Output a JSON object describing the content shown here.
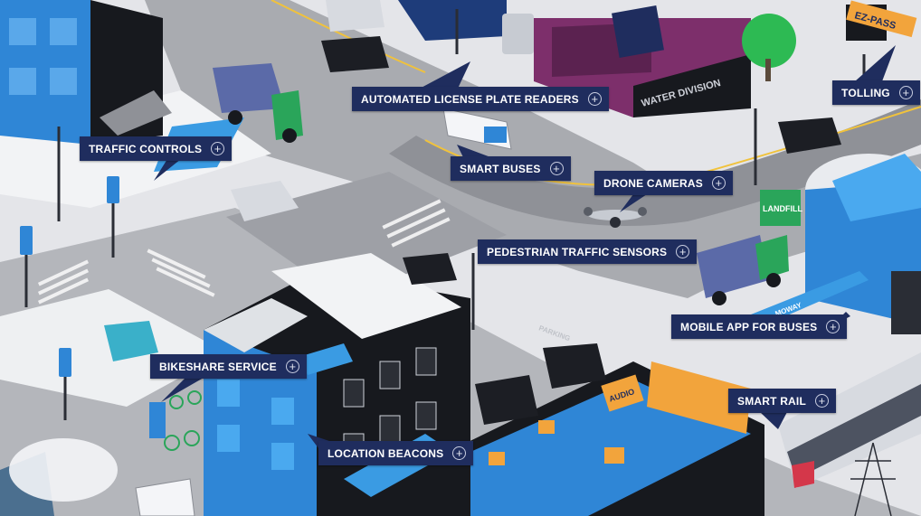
{
  "hotspots": [
    {
      "label": "Automated License Plate Readers",
      "icon": "plus-circle-icon"
    },
    {
      "label": "Traffic Controls",
      "icon": "plus-circle-icon"
    },
    {
      "label": "Smart Buses",
      "icon": "plus-circle-icon"
    },
    {
      "label": "Drone Cameras",
      "icon": "plus-circle-icon"
    },
    {
      "label": "Tolling",
      "icon": "plus-circle-icon"
    },
    {
      "label": "Pedestrian Traffic Sensors",
      "icon": "plus-circle-icon"
    },
    {
      "label": "Mobile App for Buses",
      "icon": "plus-circle-icon"
    },
    {
      "label": "Bikeshare Service",
      "icon": "plus-circle-icon"
    },
    {
      "label": "Smart Rail",
      "icon": "plus-circle-icon"
    },
    {
      "label": "Location Beacons",
      "icon": "plus-circle-icon"
    }
  ],
  "signs": {
    "ezpass": "EZ-PASS",
    "landfill": "LANDFILL",
    "water_division": "WATER DIVISION",
    "parking": "PARKING",
    "audio": "AUDIO",
    "bus_shelter": "MOWAY"
  },
  "colors": {
    "label_bg": "#1f2d5e",
    "road": "#a7a9ae",
    "building_blue": "#2f86d6",
    "building_black": "#17191e",
    "interior_purple": "#7d2f6b"
  }
}
